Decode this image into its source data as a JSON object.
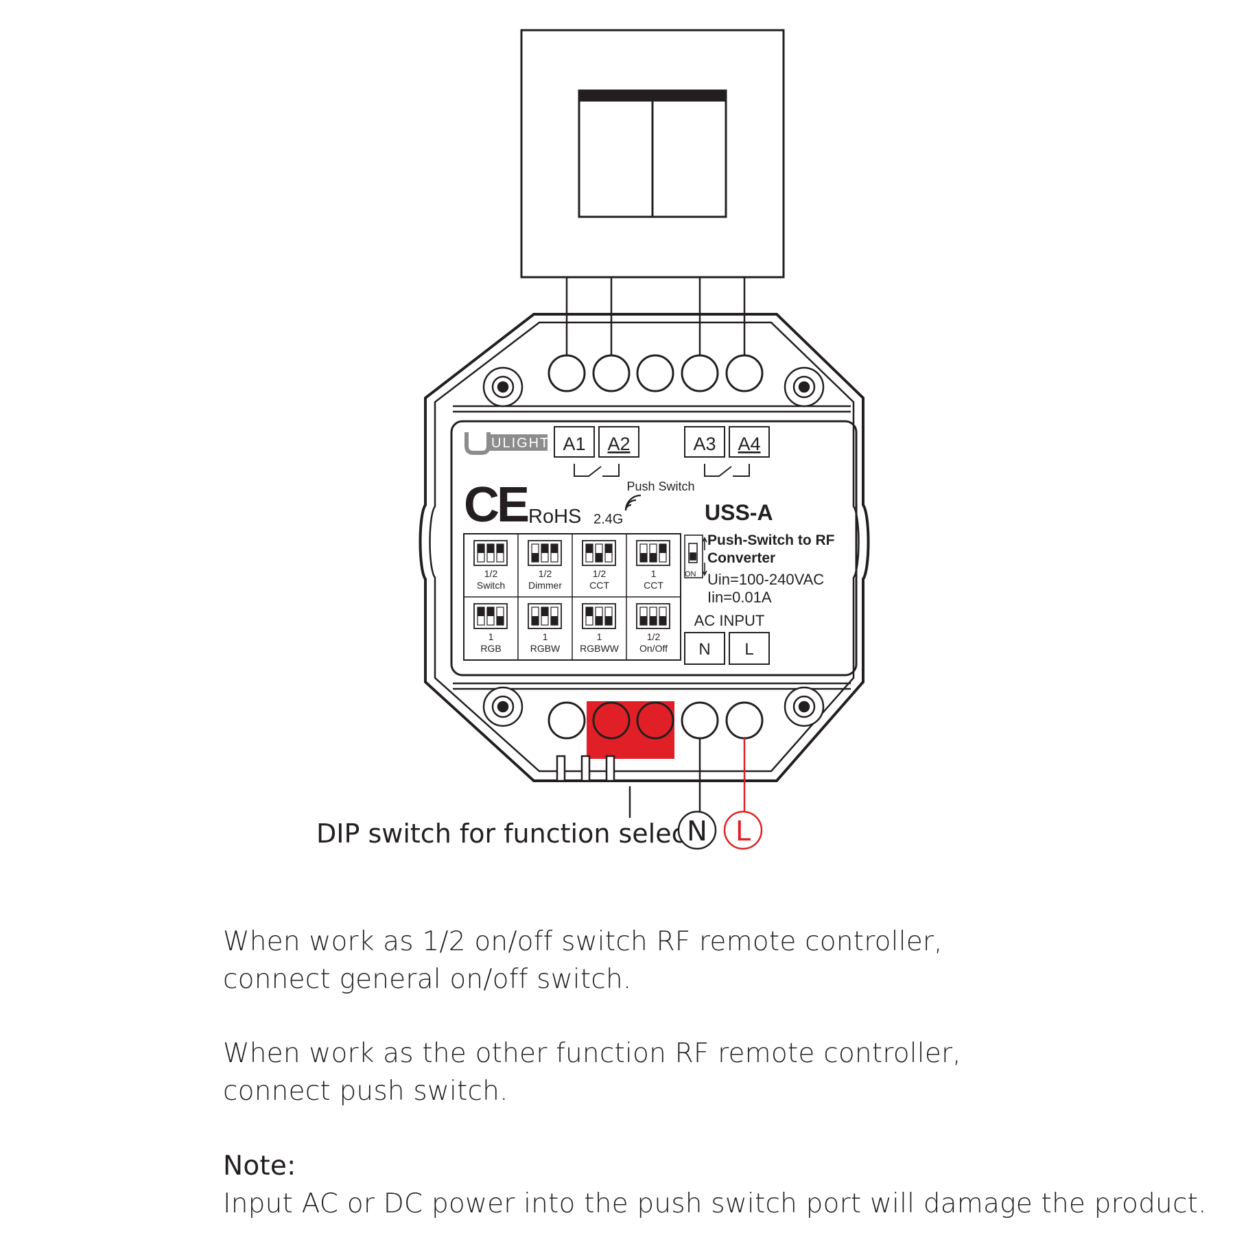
{
  "colors": {
    "line": "#231f20",
    "accent": "#e02026",
    "logo_gray": "#8c8c8c"
  },
  "device": {
    "brand_logo": "ULIGHT",
    "terminals_top": [
      "A1",
      "A2",
      "A3",
      "A4"
    ],
    "push_switch_label": "Push Switch",
    "certifications": {
      "ce": "CE",
      "rohs": "RoHS",
      "band": "2.4G"
    },
    "model": "USS-A",
    "product_name_line1": "Push-Switch to RF",
    "product_name_line2": "Converter",
    "dip_on_label": "ON",
    "voltage": "Uin=100-240VAC",
    "current": "Iin=0.01A",
    "ac_input_label": "AC INPUT",
    "terminals_ac": [
      "N",
      "L"
    ],
    "dip_modes": [
      {
        "top": "1/2",
        "bottom": "Switch",
        "pattern": [
          1,
          1,
          1
        ]
      },
      {
        "top": "1/2",
        "bottom": "Dimmer",
        "pattern": [
          0,
          1,
          1
        ]
      },
      {
        "top": "1/2",
        "bottom": "CCT",
        "pattern": [
          1,
          0,
          1
        ]
      },
      {
        "top": "1",
        "bottom": "CCT",
        "pattern": [
          0,
          0,
          1
        ]
      },
      {
        "top": "1",
        "bottom": "RGB",
        "pattern": [
          1,
          1,
          0
        ]
      },
      {
        "top": "1",
        "bottom": "RGBW",
        "pattern": [
          0,
          1,
          0
        ]
      },
      {
        "top": "1",
        "bottom": "RGBWW",
        "pattern": [
          1,
          0,
          0
        ]
      },
      {
        "top": "1/2",
        "bottom": "On/Off",
        "pattern": [
          0,
          0,
          0
        ]
      }
    ]
  },
  "callouts": {
    "dip_switch": "DIP switch for function select",
    "neutral": "N",
    "live": "L"
  },
  "text": {
    "para1_line1": "When work as 1/2 on/off switch RF remote controller,",
    "para1_line2": "connect general on/off switch.",
    "para2_line1": "When work as the other function RF remote controller,",
    "para2_line2": "connect push switch.",
    "note_title": "Note:",
    "note_body": "Input AC or DC power into the push switch port will damage the product."
  }
}
